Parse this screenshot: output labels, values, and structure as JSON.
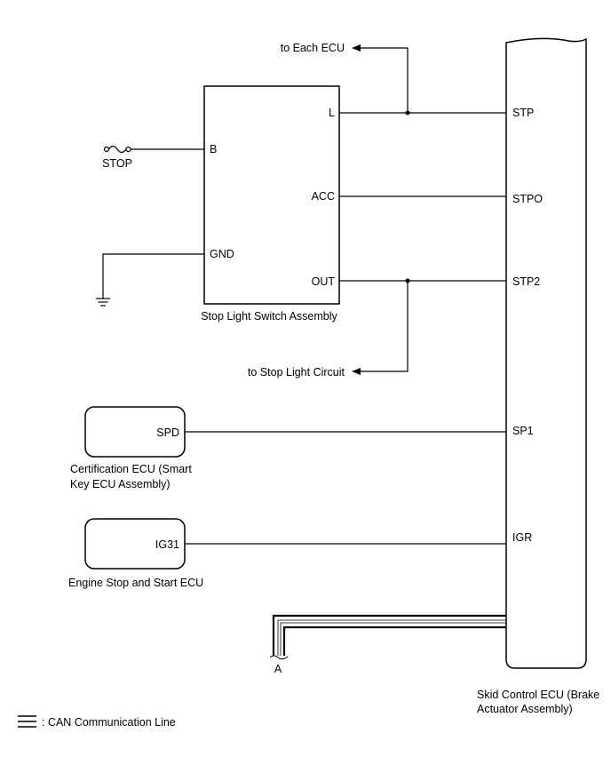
{
  "labels": {
    "to_each_ecu": "to Each ECU",
    "to_stop_light_circuit": "to Stop Light Circuit",
    "stop_fuse": "STOP",
    "switch_assembly": "Stop Light Switch Assembly",
    "cert_ecu_line1": "Certification ECU (Smart",
    "cert_ecu_line2": "Key ECU Assembly)",
    "engine_ecu": "Engine Stop and Start ECU",
    "skid_ecu_line1": "Skid Control ECU (Brake",
    "skid_ecu_line2": "Actuator Assembly)",
    "connector_a": "A",
    "legend": ": CAN Communication Line"
  },
  "switch_pins": {
    "l": "L",
    "b": "B",
    "acc": "ACC",
    "gnd": "GND",
    "out": "OUT"
  },
  "skid_pins": {
    "stp": "STP",
    "stpo": "STPO",
    "stp2": "STP2",
    "sp1": "SP1",
    "igr": "IGR"
  },
  "cert_pin": "SPD",
  "engine_pin": "IG31"
}
